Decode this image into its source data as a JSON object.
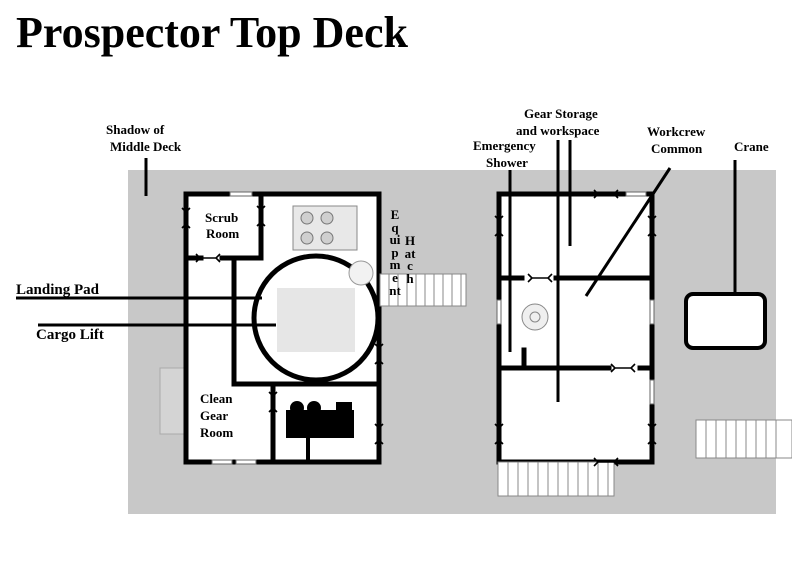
{
  "title": "Prospector Top Deck",
  "labels": {
    "shadow_middle_deck": "Shadow of",
    "shadow_middle_deck_2": "Middle Deck",
    "scrub_room": "Scrub",
    "scrub_room_2": "Room",
    "equipment": "Equipment",
    "hatch": "Hatch",
    "landing_pad": "Landing Pad",
    "cargo_lift": "Cargo Lift",
    "clean_gear_room": "Clean",
    "clean_gear_room_2": "Gear",
    "clean_gear_room_3": "Room",
    "gear_storage": "Gear Storage",
    "gear_storage_2": "and workspace",
    "emergency_shower": "Emergency",
    "emergency_shower_2": "Shower",
    "workcrew_common": "Workcrew",
    "workcrew_common_2": "Common",
    "crane": "Crane"
  },
  "colors": {
    "deck": "#c8c8c8",
    "wall": "#000000",
    "floor": "#ffffff",
    "lift": "#e6e6e6"
  },
  "icons": [
    "door-icon",
    "stairs-icon",
    "console-icon",
    "shower-icon",
    "gear-rack-icon",
    "crane-icon"
  ]
}
